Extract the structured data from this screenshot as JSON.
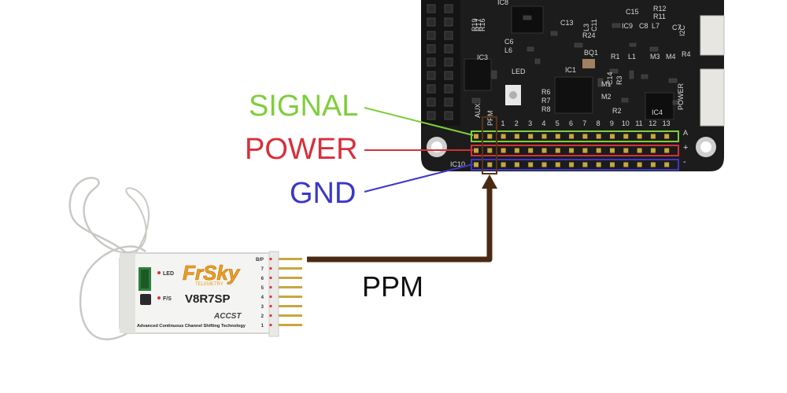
{
  "labels": {
    "signal": "SIGNAL",
    "power": "POWER",
    "gnd": "GND",
    "ppm": "PPM"
  },
  "colors": {
    "signal": "#7fce3b",
    "power": "#d6303a",
    "gnd": "#3a38c6",
    "ppm_wire": "#4a2a12",
    "board": "#1c1c1c"
  },
  "board": {
    "silkscreen": [
      "IC8",
      "R19",
      "R17",
      "R16",
      "C13",
      "L3",
      "C11",
      "R24",
      "C15",
      "R12",
      "R11",
      "IC9",
      "C8",
      "L7",
      "C7",
      "I2C",
      "C6",
      "L6",
      "IC3",
      "BQ1",
      "R1",
      "L1",
      "M3",
      "M4",
      "R4",
      "LED",
      "IC1",
      "M1",
      "C14",
      "R3",
      "M2",
      "R6",
      "R7",
      "R8",
      "R2",
      "IC4",
      "POWER",
      "AUX",
      "PPM",
      "IC10",
      "A"
    ],
    "channel_numbers": [
      "1",
      "2",
      "3",
      "4",
      "5",
      "6",
      "7",
      "8",
      "9",
      "10",
      "11",
      "12",
      "13"
    ],
    "side_labels": [
      "A",
      "+",
      "-"
    ]
  },
  "receiver": {
    "brand": "FrSky",
    "tagline": "TELEMETRY",
    "model": "V8R7SP",
    "protocol": "ACCST",
    "description": "Advanced Continuous Channel Shifting Technology",
    "led_label": "LED",
    "fs_label": "F/S",
    "pin_labels": [
      "B/P",
      "7",
      "6",
      "5",
      "4",
      "3",
      "2",
      "1"
    ]
  }
}
